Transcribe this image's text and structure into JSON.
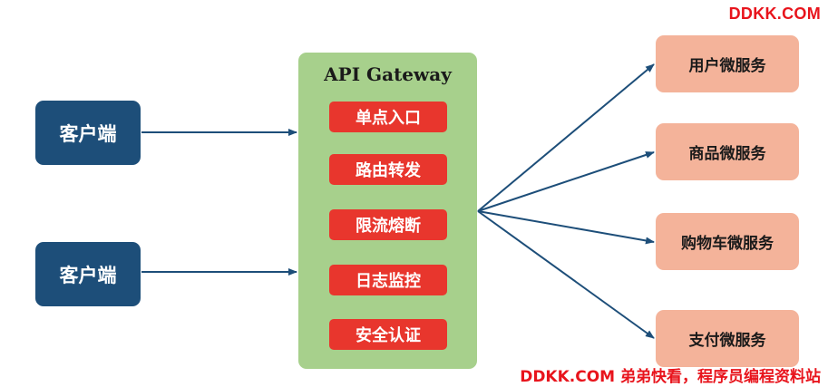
{
  "watermark": {
    "top": "DDKK.COM",
    "bottom": "DDKK.COM 弟弟快看，程序员编程资料站"
  },
  "clients": [
    {
      "label": "客户端"
    },
    {
      "label": "客户端"
    }
  ],
  "gateway": {
    "title": "API Gateway",
    "features": [
      {
        "label": "单点入口"
      },
      {
        "label": "路由转发"
      },
      {
        "label": "限流熔断"
      },
      {
        "label": "日志监控"
      },
      {
        "label": "安全认证"
      }
    ]
  },
  "services": [
    {
      "label": "用户微服务"
    },
    {
      "label": "商品微服务"
    },
    {
      "label": "购物车微服务"
    },
    {
      "label": "支付微服务"
    }
  ],
  "colors": {
    "client": "#1d4e79",
    "gateway": "#a7d08c",
    "feature": "#e8362d",
    "service": "#f4b39a",
    "arrow": "#1d4e79",
    "watermark": "#e8141c"
  }
}
